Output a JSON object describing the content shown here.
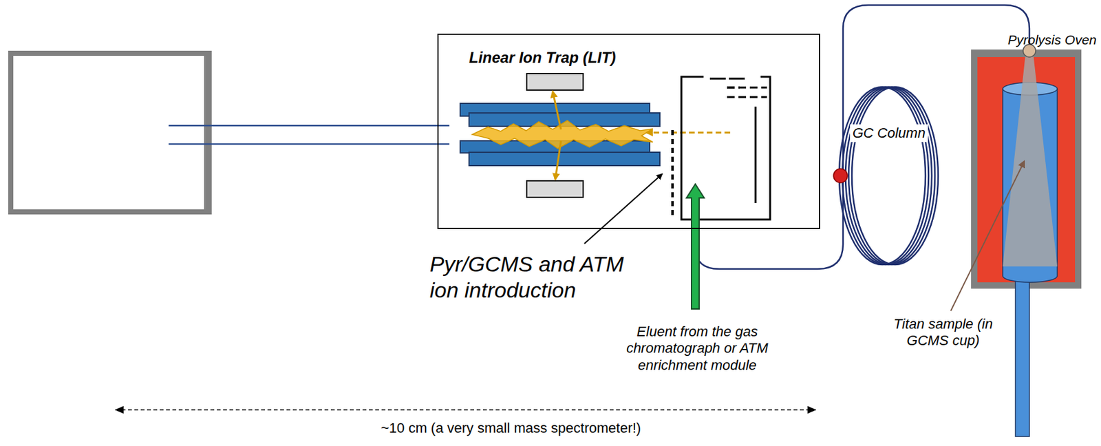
{
  "diagram": {
    "nodes": [
      {
        "text": [
          "Linear Ion Trap (LIT)"
        ]
      }
    ],
    "labels": [
      "Pyr/GCMS and ATM ion introduction",
      "Eluent from the gas chromatograph or ATM enrichment module",
      "GC Column",
      "Pyrolysis Oven",
      "Titan sample (in GCMS cup)",
      "~10 cm (a very small mass spectrometer!)"
    ]
  }
}
